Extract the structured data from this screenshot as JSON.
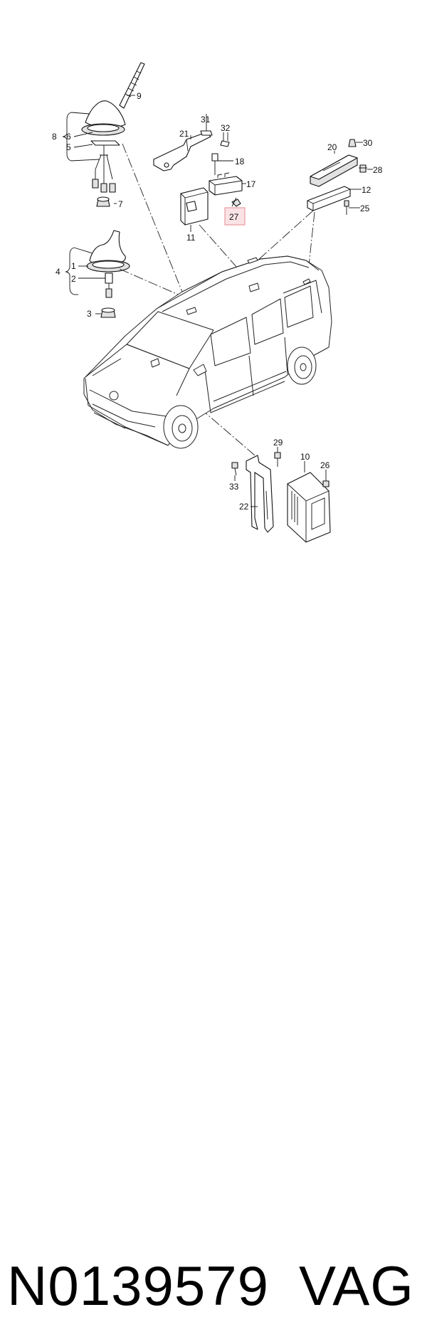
{
  "diagram": {
    "callouts": {
      "c1": "1",
      "c2": "2",
      "c3": "3",
      "c4": "4",
      "c5": "5",
      "c6": "6",
      "c7": "7",
      "c8": "8",
      "c9": "9",
      "c10": "10",
      "c11": "11",
      "c12": "12",
      "c17": "17",
      "c18": "18",
      "c20": "20",
      "c21": "21",
      "c22": "22",
      "c25": "25",
      "c26": "26",
      "c27": "27",
      "c28": "28",
      "c29": "29",
      "c30": "30",
      "c31": "31",
      "c32": "32",
      "c33": "33"
    },
    "highlight_color": "#e89aa0",
    "highlight_fill": "#fbe3e5"
  },
  "footer": {
    "part_number": "N0139579",
    "brand": "VAG"
  }
}
